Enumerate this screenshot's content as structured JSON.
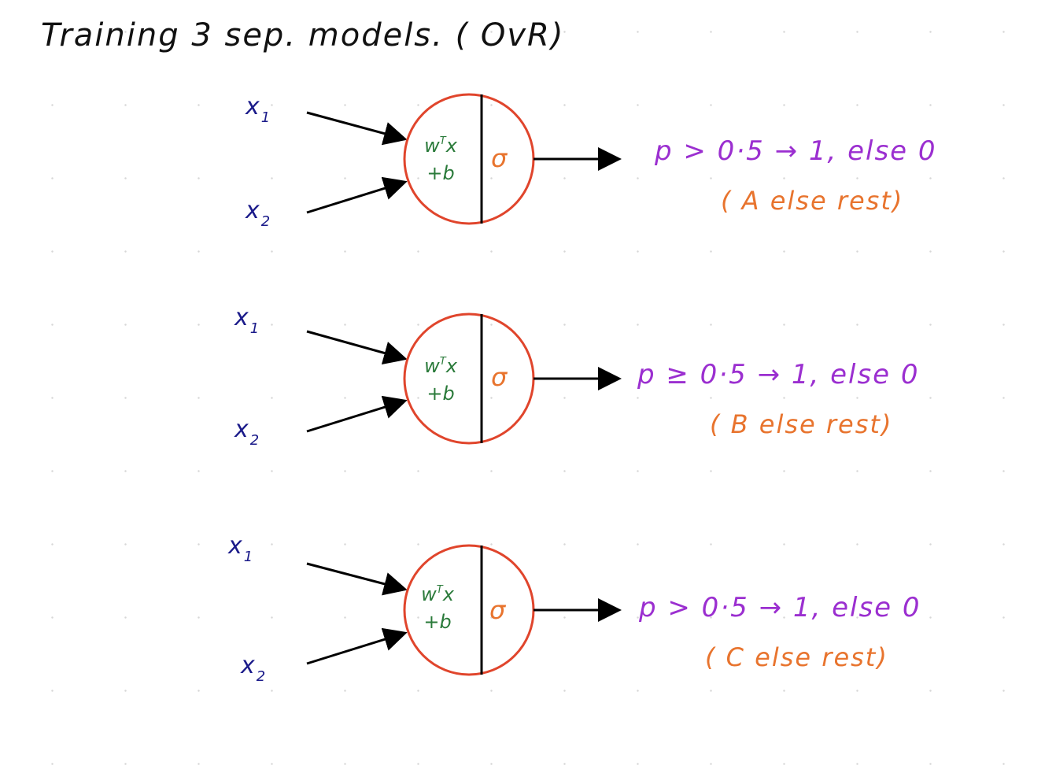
{
  "title": "Training 3 sep. models. ( OvR)",
  "models": [
    {
      "input1": {
        "base": "x",
        "sub": "1"
      },
      "input2": {
        "base": "x",
        "sub": "2"
      },
      "linear_top": {
        "base": "w",
        "sup": "T",
        "rest": "x"
      },
      "linear_bottom": "+b",
      "activation": "σ",
      "rule": "p > 0·5 → 1, else 0",
      "class_note": "( A else rest)"
    },
    {
      "input1": {
        "base": "x",
        "sub": "1"
      },
      "input2": {
        "base": "x",
        "sub": "2"
      },
      "linear_top": {
        "base": "w",
        "sup": "T",
        "rest": "x"
      },
      "linear_bottom": "+b",
      "activation": "σ",
      "rule": "p ≥ 0·5 → 1, else 0",
      "class_note": "( B else rest)"
    },
    {
      "input1": {
        "base": "x",
        "sub": "1"
      },
      "input2": {
        "base": "x",
        "sub": "2"
      },
      "linear_top": {
        "base": "w",
        "sup": "T",
        "rest": "x"
      },
      "linear_bottom": "+b",
      "activation": "σ",
      "rule": "p > 0·5 → 1, else 0",
      "class_note": "( C else rest)"
    }
  ],
  "colors": {
    "title": "#111111",
    "input": "#1b1b8a",
    "linear": "#2a7a3a",
    "activation": "#e8742e",
    "neuron_outline": "#e0452c",
    "rule": "#9b2fd0",
    "class_note": "#e8742e",
    "arrow": "#000000"
  }
}
